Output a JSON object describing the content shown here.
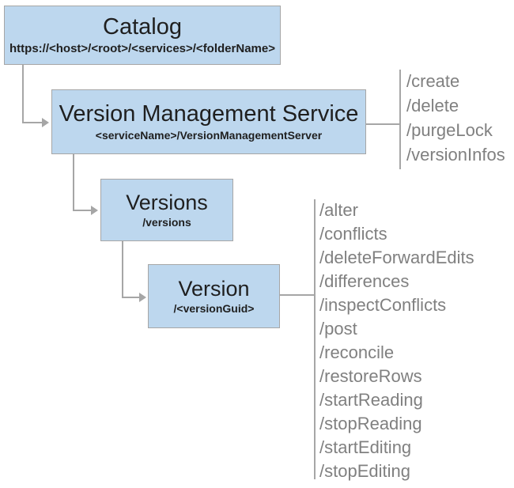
{
  "diagram": {
    "colors": {
      "node_fill": "#bdd7ee",
      "node_border": "#a6a6a6",
      "connector": "#a6a6a6",
      "title_text": "#1f1f1f",
      "operation_text": "#808080",
      "background": "#ffffff"
    },
    "nodes": [
      {
        "id": "catalog",
        "title": "Catalog",
        "subtitle": "https://<host>/<root>/<services>/<folderName>"
      },
      {
        "id": "version-management-service",
        "title": "Version Management Service",
        "subtitle": "<serviceName>/VersionManagementServer",
        "operations": [
          "/create",
          "/delete",
          "/purgeLock",
          "/versionInfos"
        ]
      },
      {
        "id": "versions",
        "title": "Versions",
        "subtitle": "/versions"
      },
      {
        "id": "version",
        "title": "Version",
        "subtitle": "/<versionGuid>",
        "operations": [
          "/alter",
          "/conflicts",
          "/deleteForwardEdits",
          "/differences",
          "/inspectConflicts",
          "/post",
          "/reconcile",
          "/restoreRows",
          "/startReading",
          "/stopReading",
          "/startEditing",
          "/stopEditing"
        ]
      }
    ]
  }
}
